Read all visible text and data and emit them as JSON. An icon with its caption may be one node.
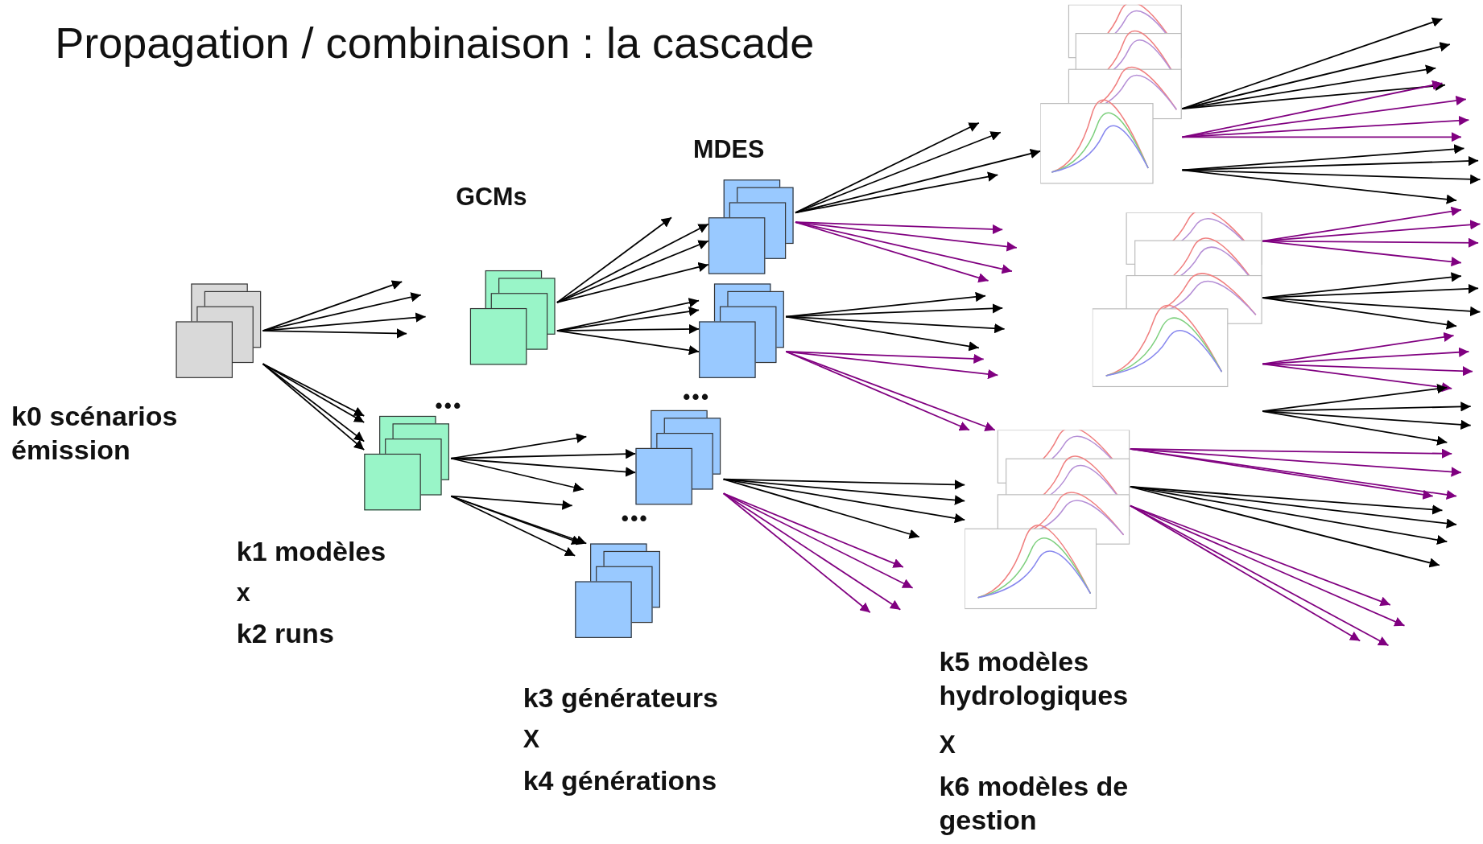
{
  "diagram": {
    "title": "Propagation / combinaison : la cascade",
    "nodes": [
      {
        "text": [],
        "shape": "box",
        "beside": [
          "k0 scénarios émission"
        ]
      },
      {
        "text": [],
        "shape": "box",
        "beside": [
          "GCMs"
        ]
      },
      {
        "text": [],
        "shape": "box",
        "beside": [
          "k1 modèles",
          "x",
          "k2 runs"
        ]
      },
      {
        "text": [],
        "shape": "box",
        "beside": [
          "MDES"
        ]
      },
      {
        "text": [],
        "shape": "box"
      },
      {
        "text": [],
        "shape": "box"
      },
      {
        "text": [],
        "shape": "box",
        "beside": [
          "k3 générateurs",
          "X",
          "k4 générations"
        ]
      },
      {
        "text": [],
        "shape": "picture"
      },
      {
        "text": [],
        "shape": "picture"
      },
      {
        "text": [],
        "shape": "picture",
        "beside": [
          "k5 modèles hydrologiques",
          "X",
          "k6 modèles de gestion"
        ]
      }
    ],
    "edges": [
      {
        "from": 0,
        "to": null,
        "arrow": "to"
      },
      {
        "from": 0,
        "to": null,
        "arrow": "to"
      },
      {
        "from": 0,
        "to": null,
        "arrow": "to"
      },
      {
        "from": 0,
        "to": null,
        "arrow": "to"
      },
      {
        "from": 0,
        "to": 2,
        "arrow": "to"
      },
      {
        "from": 0,
        "to": 2,
        "arrow": "to"
      },
      {
        "from": 0,
        "to": 2,
        "arrow": "to"
      },
      {
        "from": 0,
        "to": 2,
        "arrow": "to"
      },
      {
        "from": 1,
        "to": null,
        "arrow": "to"
      },
      {
        "from": 1,
        "to": 3,
        "arrow": "to"
      },
      {
        "from": 1,
        "to": 3,
        "arrow": "to"
      },
      {
        "from": 1,
        "to": 3,
        "arrow": "to"
      },
      {
        "from": 1,
        "to": 4,
        "arrow": "to"
      },
      {
        "from": 1,
        "to": 4,
        "arrow": "to"
      },
      {
        "from": 1,
        "to": 4,
        "arrow": "to"
      },
      {
        "from": 1,
        "to": 4,
        "arrow": "to"
      },
      {
        "from": 2,
        "to": null,
        "arrow": "to"
      },
      {
        "from": 2,
        "to": 5,
        "arrow": "to"
      },
      {
        "from": 2,
        "to": 5,
        "arrow": "to"
      },
      {
        "from": 2,
        "to": null,
        "arrow": "to"
      },
      {
        "from": 2,
        "to": null,
        "arrow": "to"
      },
      {
        "from": 2,
        "to": 6,
        "arrow": "to"
      },
      {
        "from": 2,
        "to": 6,
        "arrow": "to"
      },
      {
        "from": 2,
        "to": 6,
        "arrow": "to"
      },
      {
        "from": 3,
        "to": null,
        "arrow": "to"
      },
      {
        "from": 3,
        "to": null,
        "arrow": "to"
      },
      {
        "from": 3,
        "to": 7,
        "arrow": "to"
      },
      {
        "from": 3,
        "to": null,
        "arrow": "to"
      },
      {
        "from": 3,
        "to": null,
        "arrow": "to",
        "color": "#800080"
      },
      {
        "from": 3,
        "to": null,
        "arrow": "to",
        "color": "#800080"
      },
      {
        "from": 3,
        "to": null,
        "arrow": "to",
        "color": "#800080"
      },
      {
        "from": 3,
        "to": null,
        "arrow": "to",
        "color": "#800080"
      },
      {
        "from": 4,
        "to": null,
        "arrow": "to"
      },
      {
        "from": 4,
        "to": null,
        "arrow": "to"
      },
      {
        "from": 4,
        "to": null,
        "arrow": "to"
      },
      {
        "from": 4,
        "to": null,
        "arrow": "to"
      },
      {
        "from": 4,
        "to": null,
        "arrow": "to",
        "color": "#800080"
      },
      {
        "from": 4,
        "to": null,
        "arrow": "to",
        "color": "#800080"
      },
      {
        "from": 4,
        "to": 9,
        "arrow": "to",
        "color": "#800080"
      },
      {
        "from": 4,
        "to": 9,
        "arrow": "to",
        "color": "#800080"
      },
      {
        "from": 5,
        "to": 9,
        "arrow": "to"
      },
      {
        "from": 5,
        "to": 9,
        "arrow": "to"
      },
      {
        "from": 5,
        "to": 9,
        "arrow": "to"
      },
      {
        "from": 5,
        "to": null,
        "arrow": "to"
      },
      {
        "from": 5,
        "to": null,
        "arrow": "to",
        "color": "#800080"
      },
      {
        "from": 5,
        "to": null,
        "arrow": "to",
        "color": "#800080"
      },
      {
        "from": 5,
        "to": null,
        "arrow": "to",
        "color": "#800080"
      },
      {
        "from": 5,
        "to": null,
        "arrow": "to",
        "color": "#800080"
      },
      {
        "from": 7,
        "to": null,
        "arrow": "to"
      },
      {
        "from": 7,
        "to": null,
        "arrow": "to"
      },
      {
        "from": 7,
        "to": null,
        "arrow": "to"
      },
      {
        "from": 7,
        "to": null,
        "arrow": "to"
      },
      {
        "from": 7,
        "to": null,
        "arrow": "to",
        "color": "#800080"
      },
      {
        "from": 7,
        "to": null,
        "arrow": "to",
        "color": "#800080"
      },
      {
        "from": 7,
        "to": null,
        "arrow": "to",
        "color": "#800080"
      },
      {
        "from": 7,
        "to": null,
        "arrow": "to",
        "color": "#800080"
      },
      {
        "from": 7,
        "to": null,
        "arrow": "to"
      },
      {
        "from": 7,
        "to": null,
        "arrow": "to"
      },
      {
        "from": 7,
        "to": null,
        "arrow": "to"
      },
      {
        "from": 7,
        "to": null,
        "arrow": "to"
      },
      {
        "from": 8,
        "to": null,
        "arrow": "to",
        "color": "#800080"
      },
      {
        "from": 8,
        "to": null,
        "arrow": "to",
        "color": "#800080"
      },
      {
        "from": 8,
        "to": null,
        "arrow": "to",
        "color": "#800080"
      },
      {
        "from": 8,
        "to": null,
        "arrow": "to",
        "color": "#800080"
      },
      {
        "from": 8,
        "to": null,
        "arrow": "to"
      },
      {
        "from": 8,
        "to": null,
        "arrow": "to"
      },
      {
        "from": 8,
        "to": null,
        "arrow": "to"
      },
      {
        "from": 8,
        "to": null,
        "arrow": "to"
      },
      {
        "from": 8,
        "to": null,
        "arrow": "to",
        "color": "#800080"
      },
      {
        "from": 8,
        "to": null,
        "arrow": "to",
        "color": "#800080"
      },
      {
        "from": 8,
        "to": null,
        "arrow": "to",
        "color": "#800080"
      },
      {
        "from": 8,
        "to": null,
        "arrow": "to",
        "color": "#800080"
      },
      {
        "from": 8,
        "to": null,
        "arrow": "to"
      },
      {
        "from": 8,
        "to": null,
        "arrow": "to"
      },
      {
        "from": 8,
        "to": null,
        "arrow": "to"
      },
      {
        "from": 8,
        "to": null,
        "arrow": "to"
      },
      {
        "from": 9,
        "to": null,
        "arrow": "to",
        "color": "#800080"
      },
      {
        "from": 9,
        "to": null,
        "arrow": "to",
        "color": "#800080"
      },
      {
        "from": 9,
        "to": null,
        "arrow": "to",
        "color": "#800080"
      },
      {
        "from": 9,
        "to": null,
        "arrow": "to",
        "color": "#800080"
      },
      {
        "from": 9,
        "to": null,
        "arrow": "to"
      },
      {
        "from": 9,
        "to": null,
        "arrow": "to"
      },
      {
        "from": 9,
        "to": null,
        "arrow": "to"
      },
      {
        "from": 9,
        "to": null,
        "arrow": "to"
      },
      {
        "from": 9,
        "to": null,
        "arrow": "to",
        "color": "#800080"
      },
      {
        "from": 9,
        "to": null,
        "arrow": "to",
        "color": "#800080"
      },
      {
        "from": 9,
        "to": null,
        "arrow": "to",
        "color": "#800080"
      },
      {
        "from": 9,
        "to": null,
        "arrow": "to",
        "color": "#800080"
      }
    ],
    "labels": [
      "•••",
      "•••",
      "•••"
    ]
  }
}
